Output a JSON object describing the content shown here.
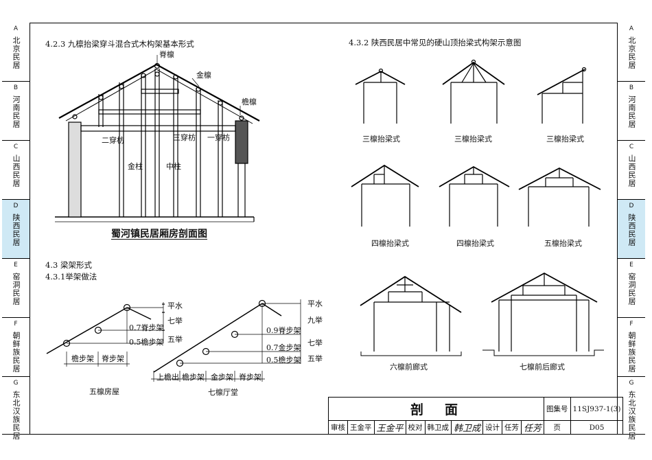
{
  "sidebar": {
    "tabs": [
      {
        "letter": "A",
        "text": "北京民居",
        "active": false
      },
      {
        "letter": "B",
        "text": "河南民居",
        "active": false
      },
      {
        "letter": "C",
        "text": "山西民居",
        "active": false
      },
      {
        "letter": "D",
        "text": "陕西民居",
        "active": true
      },
      {
        "letter": "E",
        "text": "窑洞民居",
        "active": false
      },
      {
        "letter": "F",
        "text": "朝鲜族民居",
        "active": false
      },
      {
        "letter": "G",
        "text": "东北汉族民居",
        "active": false
      }
    ]
  },
  "section_423": {
    "heading": "4.2.3 九檩抬梁穿斗混合式木构架基本形式",
    "labels": {
      "ridge": "脊檩",
      "golden_purlin": "金檩",
      "eave_purlin": "檐檩",
      "tie2": "二穿枋",
      "tie3": "三穿枋",
      "tie1": "一穿枋",
      "golden_column": "金柱",
      "middle_column": "中柱"
    },
    "caption": "蜀河镇民居厢房剖面图"
  },
  "section_43": {
    "heading1": "4.3 梁架形式",
    "heading2": "4.3.1举架做法",
    "five": {
      "labels": {
        "flat": "平水",
        "seven": "七举",
        "five": "五举",
        "ridge_step": "0.7脊步架",
        "eave_step": "0.5檐步架",
        "bottom1": "檐步架",
        "bottom2": "脊步架"
      },
      "caption": "五檩房屋"
    },
    "seven": {
      "labels": {
        "flat": "平水",
        "nine": "九举",
        "seven": "七举",
        "five": "五举",
        "ridge_step": "0.9脊步架",
        "gold_step": "0.7金步架",
        "eave_step": "0.5檐步架",
        "b0": "上檐出",
        "b1": "檐步架",
        "b2": "金步架",
        "b3": "脊步架"
      },
      "caption": "七檩厅堂"
    }
  },
  "section_432": {
    "heading": "4.3.2 陕西民居中常见的硬山顶抬梁式构架示意图",
    "captions": [
      "三檩抬梁式",
      "三檩抬梁式",
      "三檩抬梁式",
      "四檩抬梁式",
      "四檩抬梁式",
      "五檩抬梁式",
      "六檩前廊式",
      "七檩前后廊式"
    ]
  },
  "title_block": {
    "title": "剖　面",
    "atlas_label": "图集号",
    "atlas_no": "11SJ937-1(3)",
    "review_label": "审核",
    "review_name": "王金平",
    "check_label": "校对",
    "check_name": "韩卫成",
    "design_label": "设计",
    "design_name": "任芳",
    "page_label": "页",
    "page_no": "D05"
  }
}
